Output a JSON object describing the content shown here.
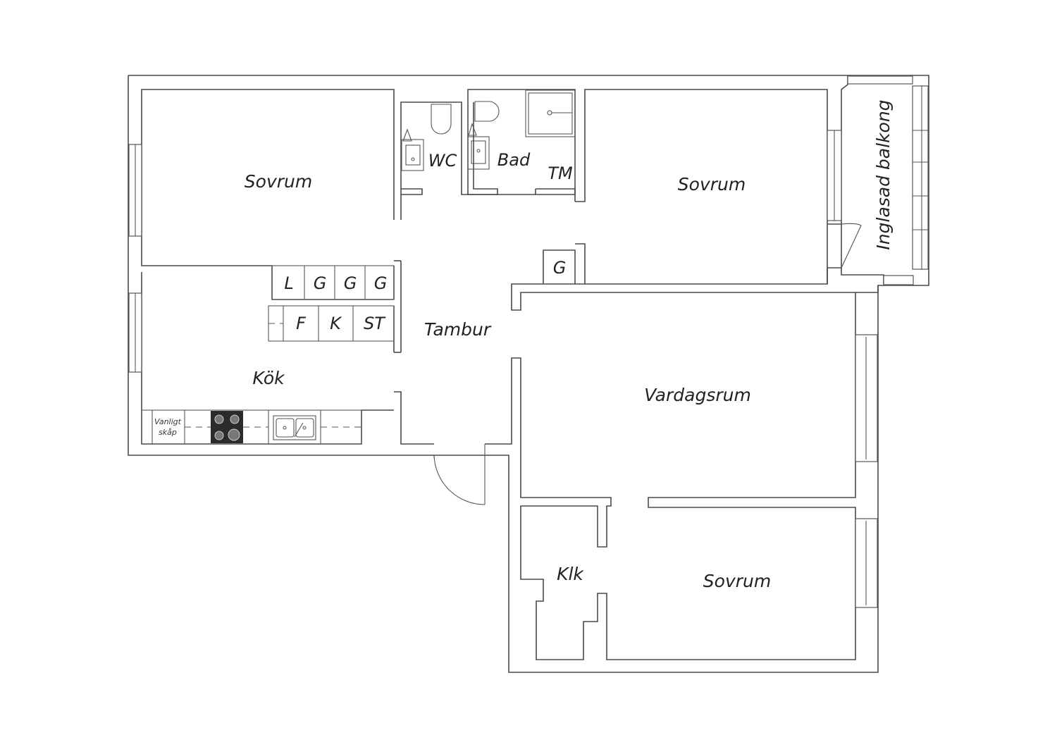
{
  "rooms": {
    "sovrum_1": "Sovrum",
    "wc": "WC",
    "bad": "Bad",
    "tm": "TM",
    "sovrum_2": "Sovrum",
    "balkong": "Inglasad balkong",
    "g_closet": "G",
    "kok": "Kök",
    "tambur": "Tambur",
    "vardagsrum": "Vardagsrum",
    "klk": "Klk",
    "sovrum_3": "Sovrum"
  },
  "closets": {
    "row1": [
      "L",
      "G",
      "G",
      "G"
    ],
    "row2": [
      "F",
      "K",
      "ST"
    ]
  },
  "kitchen": {
    "cabinet_line1": "Vanligt",
    "cabinet_line2": "skåp"
  },
  "colors": {
    "wall": "#4a4a4a",
    "stove": "#2b2b2b"
  }
}
